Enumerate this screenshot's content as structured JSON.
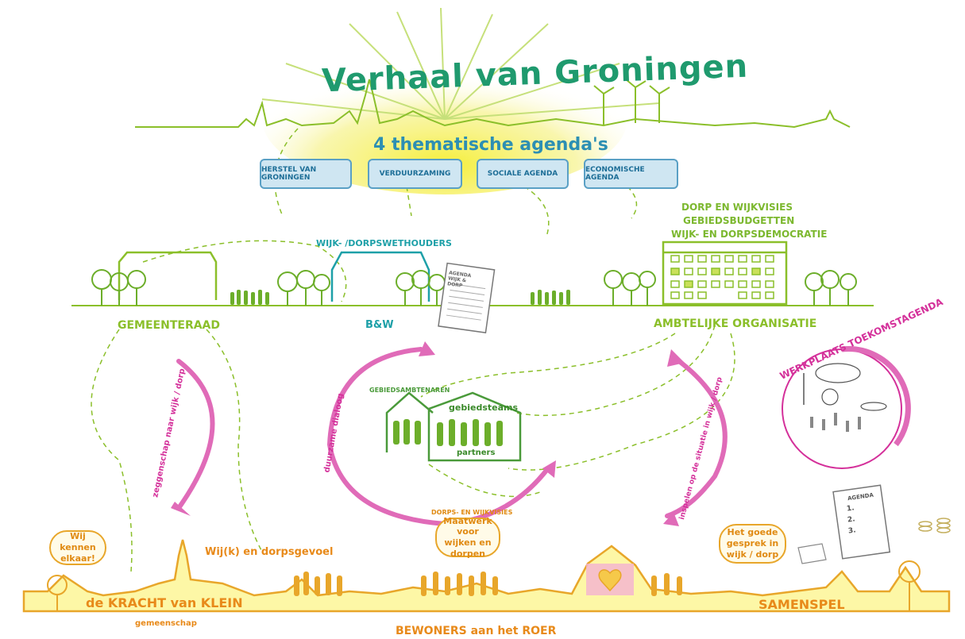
{
  "title": "Verhaal van Groningen",
  "subtitle": "4 thematische agenda's",
  "agendas": [
    "HERSTEL VAN GRONINGEN",
    "VERDUURZAMING",
    "SOCIALE AGENDA",
    "ECONOMISCHE AGENDA"
  ],
  "visions": [
    "DORP EN WIJKVISIES",
    "GEBIEDSBUDGETTEN",
    "WIJK- EN DORPSDEMOCRATIE"
  ],
  "top_left_label": "WIJK- /DORPSWETHOUDERS",
  "doc_header": "AGENDA WIJK & DORP",
  "buildings": {
    "left": "GEMEENTERAAD",
    "center": "B&W",
    "right": "AMBTELIJKE ORGANISATIE"
  },
  "workshop": "WERKPLAATS TOEKOMSTAGENDA",
  "gebied": {
    "officials": "GEBIEDSAMBTENAREN",
    "teams": "gebiedsteams",
    "partners": "partners"
  },
  "arrows": {
    "left": "zeggenschap naar wijk / dorp",
    "center": "duurzame dialoog",
    "right": "inspelen op de situatie in wijk / dorp"
  },
  "bubbles": {
    "left": "Wij kennen elkaar!",
    "center_header": "DORPS- EN WIJKVISIES",
    "center": "Maatwerk voor wijken en dorpen",
    "right": "Het goede gesprek in wijk / dorp"
  },
  "bottom_labels": {
    "wijkgevoel": "Wij(k) en dorpsgevoel",
    "kracht": "de KRACHT van KLEIN",
    "gemeenschap": "gemeenschap",
    "samenspel": "SAMENSPEL",
    "roer": "BEWONERS aan het ROER"
  },
  "agenda_doc": {
    "header": "AGENDA",
    "items": [
      "1.",
      "2.",
      "3."
    ]
  },
  "colors": {
    "green": "#8bbf2a",
    "teal": "#1ea0a8",
    "magenta": "#d4309a",
    "orange": "#e88a1a",
    "yellow": "#f5e51a"
  }
}
